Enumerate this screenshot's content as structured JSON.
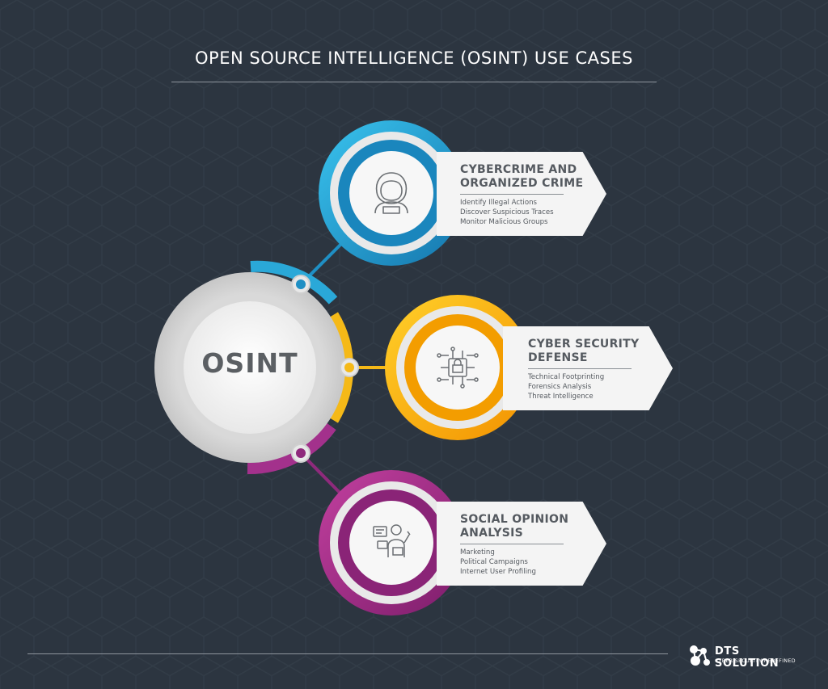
{
  "title": "OPEN SOURCE INTELLIGENCE (OSINT) USE CASES",
  "center": {
    "label": "OSINT"
  },
  "use_cases": [
    {
      "title": "CYBERCRIME AND\nORGANIZED CRIME",
      "items": [
        "Identify Illegal Actions",
        "Discover Suspicious Traces",
        "Monitor Malicious Groups"
      ],
      "icon": "hacker-icon",
      "color": "#2aa8d8"
    },
    {
      "title": "CYBER SECURITY\nDEFENSE",
      "items": [
        "Technical Footprinting",
        "Forensics Analysis",
        "Threat Intelligence"
      ],
      "icon": "circuit-lock-icon",
      "color": "#f5b918"
    },
    {
      "title": "SOCIAL OPINION\nANALYSIS",
      "items": [
        "Marketing",
        "Political Campaigns",
        "Internet User Profiling"
      ],
      "icon": "social-user-icon",
      "color": "#a3318c"
    }
  ],
  "colors": {
    "background": "#2c3540",
    "blue": "#2aa8d8",
    "yellow": "#f5b918",
    "purple": "#a3318c"
  },
  "logo": {
    "name": "DTS SOLUTION",
    "tagline": "CYBER SECURITY REDEFINED"
  }
}
